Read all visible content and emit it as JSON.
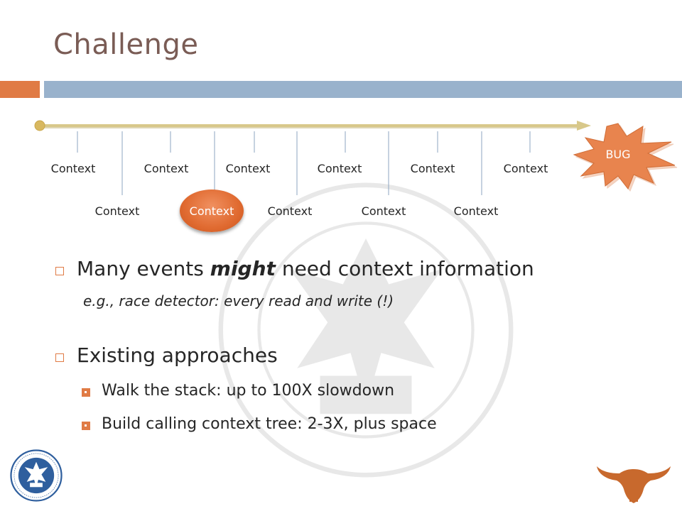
{
  "slide": {
    "title": "Challenge"
  },
  "timeline": {
    "top_labels": [
      "Context",
      "Context",
      "Context",
      "Context",
      "Context",
      "Context"
    ],
    "bottom_labels": [
      "Context",
      "Context",
      "Context",
      "Context",
      "Context"
    ],
    "highlight_label": "Context",
    "bug_label": "BUG"
  },
  "bullets": {
    "first_prefix": "Many events ",
    "first_emphasis": "might",
    "first_suffix": " need context information",
    "example": "e.g., race detector: every read and write (!)",
    "second": "Existing approaches",
    "sub_items": [
      "Walk the stack: up to 100X slowdown",
      "Build calling context tree: 2-3X, plus space"
    ]
  },
  "colors": {
    "accent": "#e07b45",
    "accent_bar": "#99b2cc",
    "title": "#7a5c55",
    "timeline_line": "#d8c88a"
  },
  "icons": {
    "left_logo": "university-seal-logo",
    "right_logo": "longhorn-logo"
  }
}
